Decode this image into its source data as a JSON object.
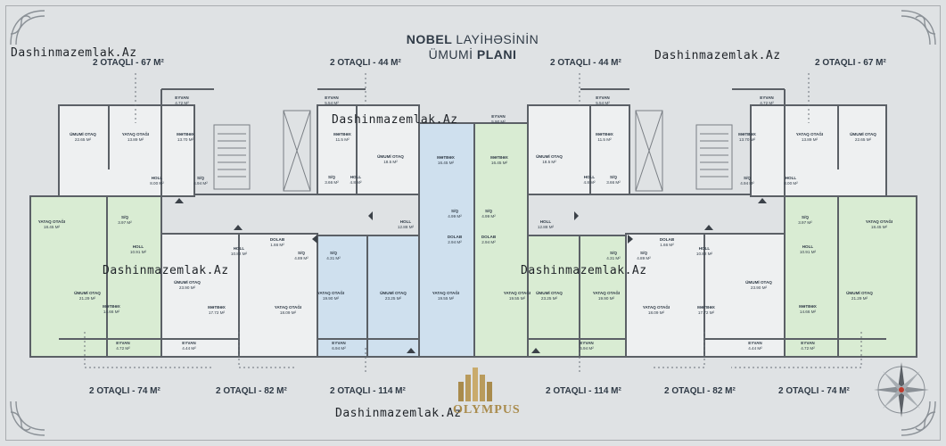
{
  "title": {
    "line1_bold": "NOBEL",
    "line1_rest": "LAYİHƏSİNİN",
    "line2_a": "ÜMUMİ",
    "line2_b": "PLANI"
  },
  "watermark": "Dashinmazemlak.Az",
  "brand": "OLYMPUS",
  "unit_labels": {
    "top": [
      "2 OTAQLI - 67 M²",
      "2 OTAQLI - 44 M²",
      "2 OTAQLI - 44 M²",
      "2 OTAQLI - 67 M²"
    ],
    "bottom": [
      "2 OTAQLI - 74 M²",
      "2 OTAQLI - 82 M²",
      "2 OTAQLI - 114 M²",
      "2 OTAQLI - 114 M²",
      "2 OTAQLI - 82 M²",
      "2 OTAQLI - 74 M²"
    ]
  },
  "colors": {
    "background": "#dfe2e4",
    "blue_unit": "#cfe0ee",
    "green_unit": "#d9ecd3",
    "wall": "#5b6066",
    "text": "#2f3a46",
    "gold": "#a98b4c"
  },
  "rooms": [
    {
      "name": "ÜMUMİ OTAQ",
      "area": "22.65 M²"
    },
    {
      "name": "YATAQ OTAĞI",
      "area": "13.89 M²"
    },
    {
      "name": "MƏTBƏX",
      "area": "13.70 M²"
    },
    {
      "name": "EYVAN",
      "area": "4.72 M²"
    },
    {
      "name": "HOLL",
      "area": "8.00 M²"
    },
    {
      "name": "S/Q",
      "area": "4.94 M²"
    },
    {
      "name": "EYVAN",
      "area": "5.54 M²"
    },
    {
      "name": "MƏTBƏX",
      "area": "11.5 M²"
    },
    {
      "name": "ÜMUMİ OTAQ",
      "area": "18.5 M²"
    },
    {
      "name": "S/Q",
      "area": "3.66 M²"
    },
    {
      "name": "HOLL",
      "area": "4.8 M²"
    },
    {
      "name": "EYVAN",
      "area": "5.90 M²"
    },
    {
      "name": "MƏTBƏX",
      "area": "16.45 M²"
    },
    {
      "name": "MƏTBƏX",
      "area": "16.45 M²"
    },
    {
      "name": "ÜMUMİ OTAQ",
      "area": "18.5 M²"
    },
    {
      "name": "MƏTBƏX",
      "area": "11.5 M²"
    },
    {
      "name": "EYVAN",
      "area": "5.54 M²"
    },
    {
      "name": "HOLL",
      "area": "4.8 M²"
    },
    {
      "name": "S/Q",
      "area": "3.66 M²"
    },
    {
      "name": "EYVAN",
      "area": "4.72 M²"
    },
    {
      "name": "MƏTBƏX",
      "area": "13.70 M²"
    },
    {
      "name": "YATAQ OTAĞI",
      "area": "13.89 M²"
    },
    {
      "name": "ÜMUMİ OTAQ",
      "area": "22.65 M²"
    },
    {
      "name": "S/Q",
      "area": "4.94 M²"
    },
    {
      "name": "HOLL",
      "area": "8.00 M²"
    },
    {
      "name": "YATAQ OTAĞI",
      "area": "18.45 M²"
    },
    {
      "name": "S/Q",
      "area": "3.97 M²"
    },
    {
      "name": "HOLL",
      "area": "10.91 M²"
    },
    {
      "name": "ÜMUMİ OTAQ",
      "area": "21.29 M²"
    },
    {
      "name": "MƏTBƏX",
      "area": "14.66 M²"
    },
    {
      "name": "EYVAN",
      "area": "4.72 M²"
    },
    {
      "name": "HOLL",
      "area": "10.82 M²"
    },
    {
      "name": "DOLAB",
      "area": "1.66 M²"
    },
    {
      "name": "S/Q",
      "area": "4.89 M²"
    },
    {
      "name": "ÜMUMİ OTAQ",
      "area": "23.90 M²"
    },
    {
      "name": "MƏTBƏX",
      "area": "17.72 M²"
    },
    {
      "name": "YATAQ OTAĞI",
      "area": "18.09 M²"
    },
    {
      "name": "EYVAN",
      "area": "4.44 M²"
    },
    {
      "name": "HOLL",
      "area": "12.88 M²"
    },
    {
      "name": "S/Q",
      "area": "4.99 M²"
    },
    {
      "name": "DOLAB",
      "area": "2.94 M²"
    },
    {
      "name": "S/Q",
      "area": "4.31 M²"
    },
    {
      "name": "YATAQ OTAĞI",
      "area": "19.90 M²"
    },
    {
      "name": "ÜMUMİ OTAQ",
      "area": "23.25 M²"
    },
    {
      "name": "YATAQ OTAĞI",
      "area": "19.55 M²"
    },
    {
      "name": "EYVAN",
      "area": "6.94 M²"
    },
    {
      "name": "S/Q",
      "area": "4.99 M²"
    },
    {
      "name": "DOLAB",
      "area": "2.94 M²"
    },
    {
      "name": "HOLL",
      "area": "12.88 M²"
    },
    {
      "name": "YATAQ OTAĞI",
      "area": "19.55 M²"
    },
    {
      "name": "ÜMUMİ OTAQ",
      "area": "23.25 M²"
    },
    {
      "name": "YATAQ OTAĞI",
      "area": "19.90 M²"
    },
    {
      "name": "S/Q",
      "area": "4.31 M²"
    },
    {
      "name": "EYVAN",
      "area": "6.94 M²"
    },
    {
      "name": "DOLAB",
      "area": "1.66 M²"
    },
    {
      "name": "HOLL",
      "area": "10.82 M²"
    },
    {
      "name": "S/Q",
      "area": "4.89 M²"
    },
    {
      "name": "YATAQ OTAĞI",
      "area": "18.09 M²"
    },
    {
      "name": "MƏTBƏX",
      "area": "17.72 M²"
    },
    {
      "name": "ÜMUMİ OTAQ",
      "area": "23.90 M²"
    },
    {
      "name": "EYVAN",
      "area": "4.44 M²"
    },
    {
      "name": "YATAQ OTAĞI",
      "area": "18.45 M²"
    },
    {
      "name": "S/Q",
      "area": "3.97 M²"
    },
    {
      "name": "HOLL",
      "area": "10.91 M²"
    },
    {
      "name": "ÜMUMİ OTAQ",
      "area": "21.29 M²"
    },
    {
      "name": "MƏTBƏX",
      "area": "14.66 M²"
    },
    {
      "name": "EYVAN",
      "area": "4.72 M²"
    }
  ]
}
